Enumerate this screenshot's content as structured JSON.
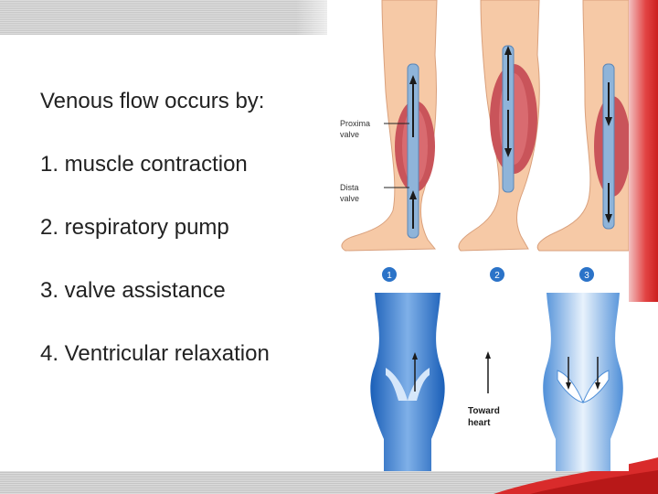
{
  "slide": {
    "items": [
      "Venous flow occurs by:",
      "1. muscle contraction",
      "2. respiratory pump",
      "3. valve assistance",
      "4. Ventricular relaxation"
    ]
  },
  "figure": {
    "label_proximal_1": "Proxima",
    "label_proximal_2": "valve",
    "label_distal_1": "Dista",
    "label_distal_2": "valve",
    "step_1": "1",
    "step_2": "2",
    "step_3": "3",
    "toward_1": "Toward",
    "toward_2": "heart"
  },
  "colors": {
    "accent_red": "#cc1f1f",
    "vein_blue": "#1e6fd0",
    "badge_blue": "#2b73c8",
    "skin": "#f6c9a6"
  }
}
